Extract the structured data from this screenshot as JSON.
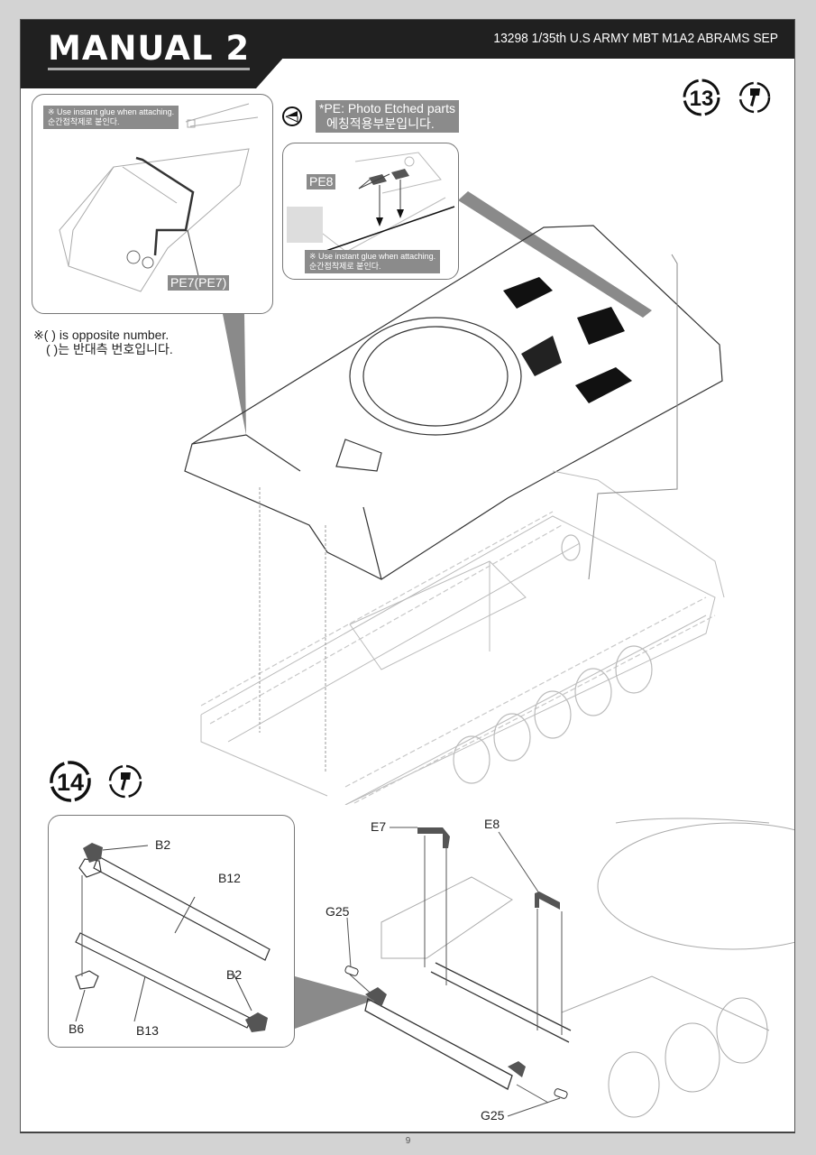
{
  "header": {
    "manual_title": "MANUAL 2",
    "kit_title": "13298 1/35th U.S ARMY MBT M1A2 ABRAMS SEP"
  },
  "steps": [
    {
      "number": "13",
      "icon": "cement-glue-icon",
      "notes": {
        "pe_legend_icon": "photo-etch-icon",
        "pe_legend_en": "*PE: Photo Etched parts",
        "pe_legend_ko": "에칭적용부분입니다.",
        "opposite_en": "※( ) is opposite number.",
        "opposite_ko": "( )는 반대측 번호입니다."
      },
      "callouts": [
        {
          "glue_note_en": "※ Use instant glue when attaching.",
          "glue_note_ko": "순간접착제로 붙인다.",
          "part_label": "PE7(PE7)"
        },
        {
          "glue_note_en": "※ Use instant glue when attaching.",
          "glue_note_ko": "순간접착제로 붙인다.",
          "part_label": "PE8"
        }
      ]
    },
    {
      "number": "14",
      "icon": "cement-glue-icon",
      "subassembly_labels": [
        "B2",
        "B12",
        "B2",
        "B6",
        "B13"
      ],
      "main_labels": [
        "E7",
        "E8",
        "G25",
        "G25"
      ]
    }
  ],
  "footer": {
    "page_number": "9"
  }
}
